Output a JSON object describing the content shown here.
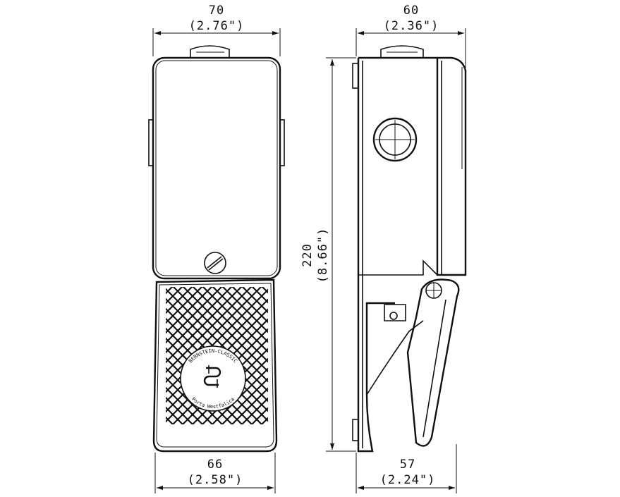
{
  "dimensions": {
    "front_width": {
      "mm": "70",
      "inch": "(2.76\")"
    },
    "side_depth": {
      "mm": "60",
      "inch": "(2.36\")"
    },
    "front_pedal_width": {
      "mm": "66",
      "inch": "(2.58\")"
    },
    "side_base_depth": {
      "mm": "57",
      "inch": "(2.24\")"
    },
    "height": {
      "mm": "220",
      "inch": "(8.66\")"
    }
  },
  "logo": {
    "top_text": "BERNSTEIN-CLASSIC",
    "bottom_text": "Porta Westfalica"
  }
}
